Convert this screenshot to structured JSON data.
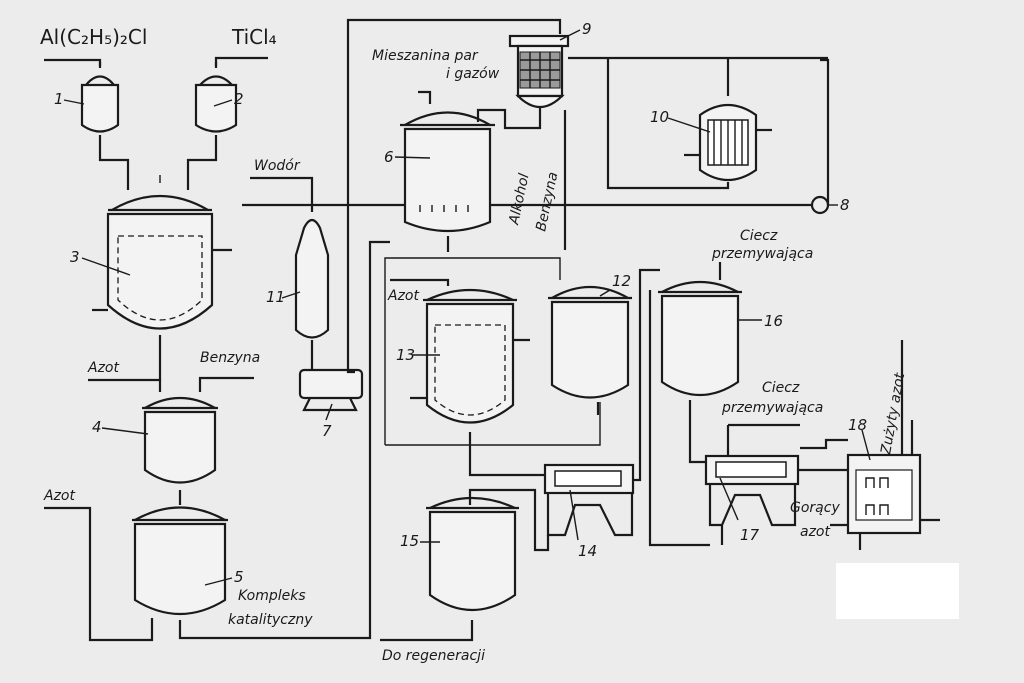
{
  "formulas": {
    "alcl": "Al(C₂H₅)₂Cl",
    "ticl4": "TiCl₄"
  },
  "labels": {
    "mieszanina_line1": "Mieszanina par",
    "mieszanina_line2": "i gazów",
    "wodor": "Wodór",
    "alkohol": "Alkohol",
    "benzyna_vertical": "Benzyna",
    "azot_4": "Azot",
    "benzyna_4": "Benzyna",
    "azot_5": "Azot",
    "azot_13": "Azot",
    "kompleks_line1": "Kompleks",
    "kompleks_line2": "katalityczny",
    "do_regeneracji": "Do regeneracji",
    "ciecz1_line1": "Ciecz",
    "ciecz1_line2": "przemywająca",
    "ciecz2_line1": "Ciecz",
    "ciecz2_line2": "przemywająca",
    "zuzyty_azot": "Zużyty azot",
    "goracy_line1": "Gorący",
    "goracy_line2": "azot"
  },
  "numbers": [
    "1",
    "2",
    "3",
    "4",
    "5",
    "6",
    "7",
    "8",
    "9",
    "10",
    "11",
    "12",
    "13",
    "14",
    "15",
    "16",
    "17",
    "18"
  ]
}
